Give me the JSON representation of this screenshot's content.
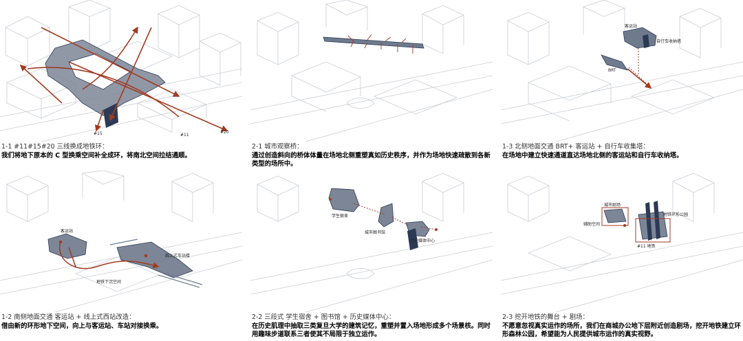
{
  "colors": {
    "accent": "#a23a22",
    "building_line": "#c9cdd3",
    "highlight_fill": "#6f7b8d",
    "highlight_dark": "#2d3a55"
  },
  "panels": [
    {
      "title": "1-1 #11#15#20 三线换成地铁环：",
      "desc": "我们将地下原本的 C 型换乘空间补全成环，将南北空间拉结通顺。",
      "labels": [
        "#15",
        "#11",
        "#20"
      ]
    },
    {
      "title": "2-1 城市观察桥：",
      "desc": "通过创造斜向的桥体体量在场地北侧重塑真如历史秩序，并作为场地快速疏散到各新类型的场所中。",
      "labels": []
    },
    {
      "title": "1-3 北侧地面交通 BRT+ 客运站 + 自行车收集塔：",
      "desc": "在场地中建立快速通道直达场地北侧的客运站和自行车收纳塔。",
      "labels": [
        "客运站",
        "自行车收纳塔",
        "BRT"
      ]
    },
    {
      "title": "1-2 南侧地面交通 客运站 + 线上式西站改造：",
      "desc": "借由新的环形地下空间，向上与客运站、车站对接换乘。",
      "labels": [
        "客运站",
        "线上式车站楼",
        "地铁下沉空间"
      ]
    },
    {
      "title": "2-2 三段式 学生宿舍 + 图书馆 + 历史媒体中心：",
      "desc": "在历史肌理中抽取三类复旦大学的建筑记忆，重塑并置入场地形成多个场景核。同时用趣味步道联系三者使其不局限于独立运作。",
      "labels": [
        "学生宿舍",
        "城市图书馆",
        "历史媒体中心"
      ]
    },
    {
      "title": "2-3 挖开地铁的舞台 + 剧场：",
      "desc": "不愿意忽视真实运作的场所，我们在商城办公地下层附近创造剧场，挖开地铁建立环形森林公园，希望能为人民提供城市运作的真实视野。",
      "labels": [
        "城市剧场",
        "辅助空间",
        "地铁环形公园",
        "#11 地铁"
      ]
    }
  ]
}
